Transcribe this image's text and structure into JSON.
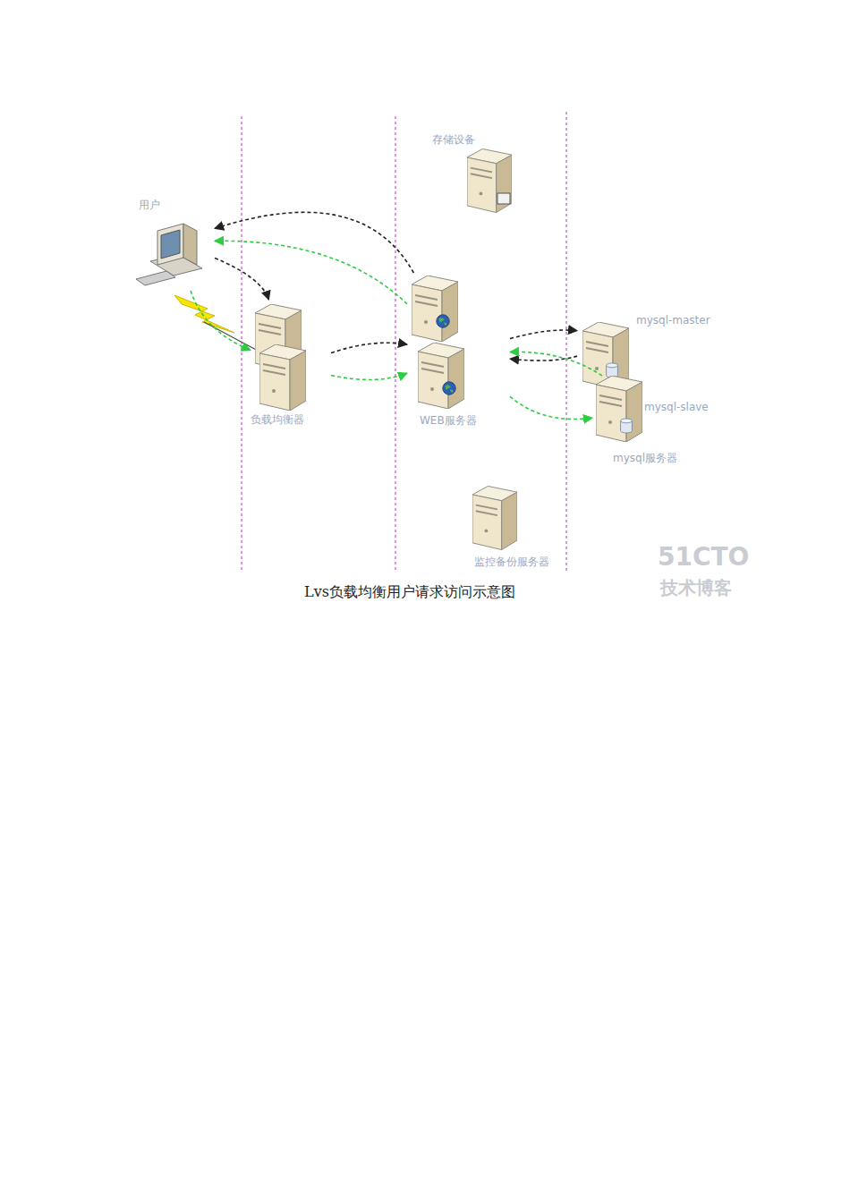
{
  "diagram": {
    "caption": "Lvs负载均衡用户请求访问示意图",
    "nodes": [
      {
        "text": [
          "用户"
        ]
      },
      {
        "text": [
          "负载均衡器"
        ]
      },
      {
        "text": [
          "WEB服务器"
        ]
      },
      {
        "text": [
          "存储设备"
        ]
      },
      {
        "text": [
          "监控备份服务器"
        ]
      },
      {
        "text": [
          "mysql-master"
        ]
      },
      {
        "text": [
          "mysql-slave"
        ]
      }
    ],
    "edges": [
      {
        "from": 0,
        "to": 1,
        "arrow": "to"
      },
      {
        "from": 0,
        "to": 1,
        "arrow": "to"
      },
      {
        "from": 1,
        "to": 2,
        "arrow": "to"
      },
      {
        "from": 1,
        "to": 2,
        "arrow": "to"
      },
      {
        "from": 2,
        "to": 0,
        "arrow": "to"
      },
      {
        "from": 2,
        "to": 0,
        "arrow": "to"
      },
      {
        "from": 2,
        "to": 5,
        "arrow": "to"
      },
      {
        "from": 5,
        "to": 2,
        "arrow": "to"
      },
      {
        "from": 2,
        "to": 6,
        "arrow": "to"
      },
      {
        "from": 6,
        "to": 2,
        "arrow": "to"
      }
    ],
    "labels": [
      "mysql服务器",
      "51CTO",
      "技术博客"
    ]
  }
}
